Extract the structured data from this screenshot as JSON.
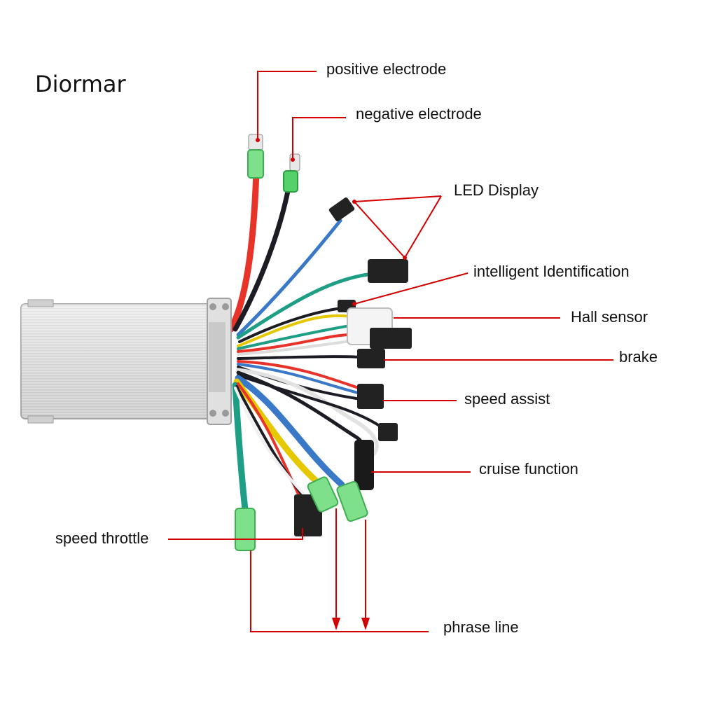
{
  "brand": "Diormar",
  "labels": {
    "positive_electrode": "positive electrode",
    "negative_electrode": "negative electrode",
    "led_display": "LED Display",
    "intelligent_identification": "intelligent Identification",
    "hall_sensor": "Hall sensor",
    "brake": "brake",
    "speed_assist": "speed assist",
    "cruise_function": "cruise function",
    "speed_throttle": "speed throttle",
    "phrase_line": "phrase line"
  },
  "colors": {
    "leader": "#d40000",
    "housing": "#e6e6e6",
    "wire_red": "#e8332a",
    "wire_black": "#1c1c24",
    "wire_blue": "#3a78c8",
    "wire_green": "#1f9e86",
    "wire_yellow": "#e6c800",
    "wire_white": "#f2f2f2",
    "connector_black": "#222222",
    "terminal_green": "#7ee08a"
  },
  "icons": {
    "controller": "controller-box-icon",
    "connector": "connector-plug-icon",
    "terminal": "spade-terminal-icon"
  }
}
